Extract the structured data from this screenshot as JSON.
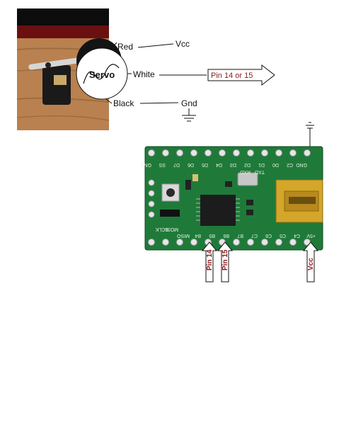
{
  "servo": {
    "name": "Servo",
    "wires": {
      "red": "Red",
      "white": "White",
      "black": "Black"
    },
    "terminals": {
      "vcc": "Vcc",
      "gnd": "Gnd"
    }
  },
  "signal_arrow_label": "Pin 14 or 15",
  "board": {
    "top_pins": [
      "GND",
      "SS",
      "D7",
      "D6",
      "D5",
      "D4",
      "D3",
      "D2",
      "D1",
      "D0",
      "C2",
      "GND"
    ],
    "top_sublabels": [
      "RXD",
      "TXD"
    ],
    "bottom_pins": [
      "MISO",
      "B4",
      "B5",
      "B6",
      "B7",
      "C7",
      "C6",
      "C5",
      "C4",
      "+5V"
    ],
    "bottom_sublabels": [
      "SCLK",
      "MOSI"
    ]
  },
  "pin_arrows": [
    "Pin 14",
    "Pin 15",
    "Vcc"
  ],
  "colors": {
    "pcb": "#1f7a3a",
    "wood": "#b9814f",
    "arrow_text": "#8a1a1a"
  }
}
